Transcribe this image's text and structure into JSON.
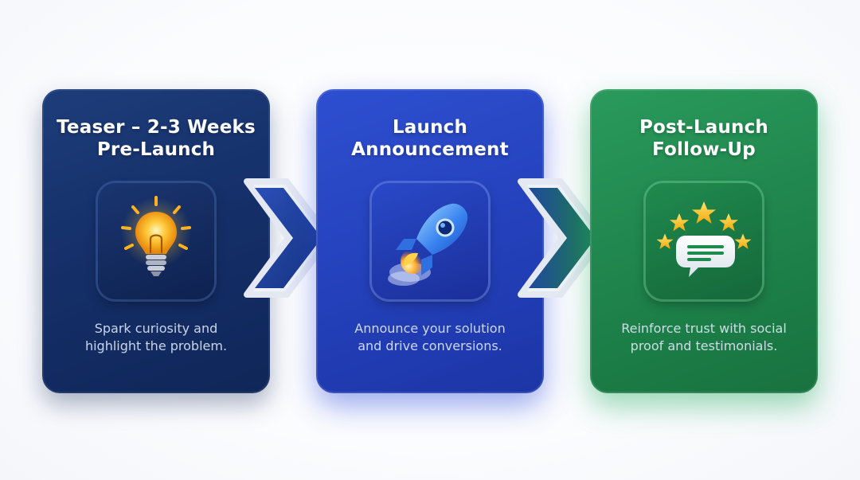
{
  "steps": [
    {
      "title_line1": "Teaser – 2-3 Weeks",
      "title_line2": "Pre-Launch",
      "icon": "lightbulb-icon",
      "desc_line1": "Spark curiosity and",
      "desc_line2": "highlight the problem.",
      "color": "#15306a"
    },
    {
      "title_line1": "Launch",
      "title_line2": "Announcement",
      "icon": "rocket-icon",
      "desc_line1": "Announce your solution",
      "desc_line2": "and drive conversions.",
      "color": "#2542bd"
    },
    {
      "title_line1": "Post-Launch",
      "title_line2": "Follow-Up",
      "icon": "speech-bubble-stars-icon",
      "desc_line1": "Reinforce trust with social",
      "desc_line2": "proof and testimonials.",
      "color": "#1f854c"
    }
  ],
  "connectors": [
    {
      "icon": "chevron-right-icon",
      "color": "#1f3f9a"
    },
    {
      "icon": "chevron-right-icon",
      "color": "#1f6a7a"
    }
  ]
}
